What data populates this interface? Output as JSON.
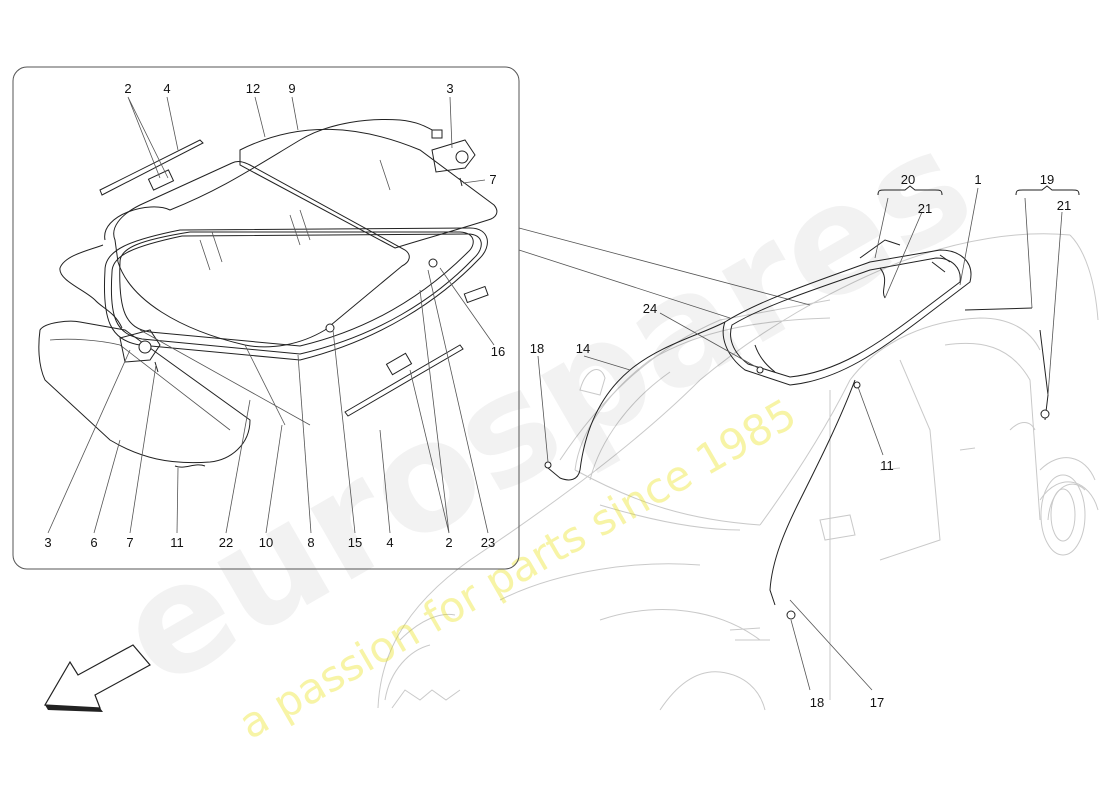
{
  "watermark": {
    "brand": "eurospares",
    "tagline": "a passion for parts since 1985"
  },
  "callouts": {
    "detail": {
      "c2a": "2",
      "c4a": "4",
      "c12": "12",
      "c9": "9",
      "c3a": "3",
      "c7a": "7",
      "c16": "16",
      "c3b": "3",
      "c6": "6",
      "c7b": "7",
      "c11a": "11",
      "c22": "22",
      "c10": "10",
      "c8": "8",
      "c15": "15",
      "c4b": "4",
      "c2b": "2",
      "c23": "23"
    },
    "car": {
      "c20": "20",
      "c1": "1",
      "c19": "19",
      "c21a": "21",
      "c21b": "21",
      "c24": "24",
      "c18a": "18",
      "c14": "14",
      "c11b": "11",
      "c18b": "18",
      "c17": "17"
    }
  }
}
